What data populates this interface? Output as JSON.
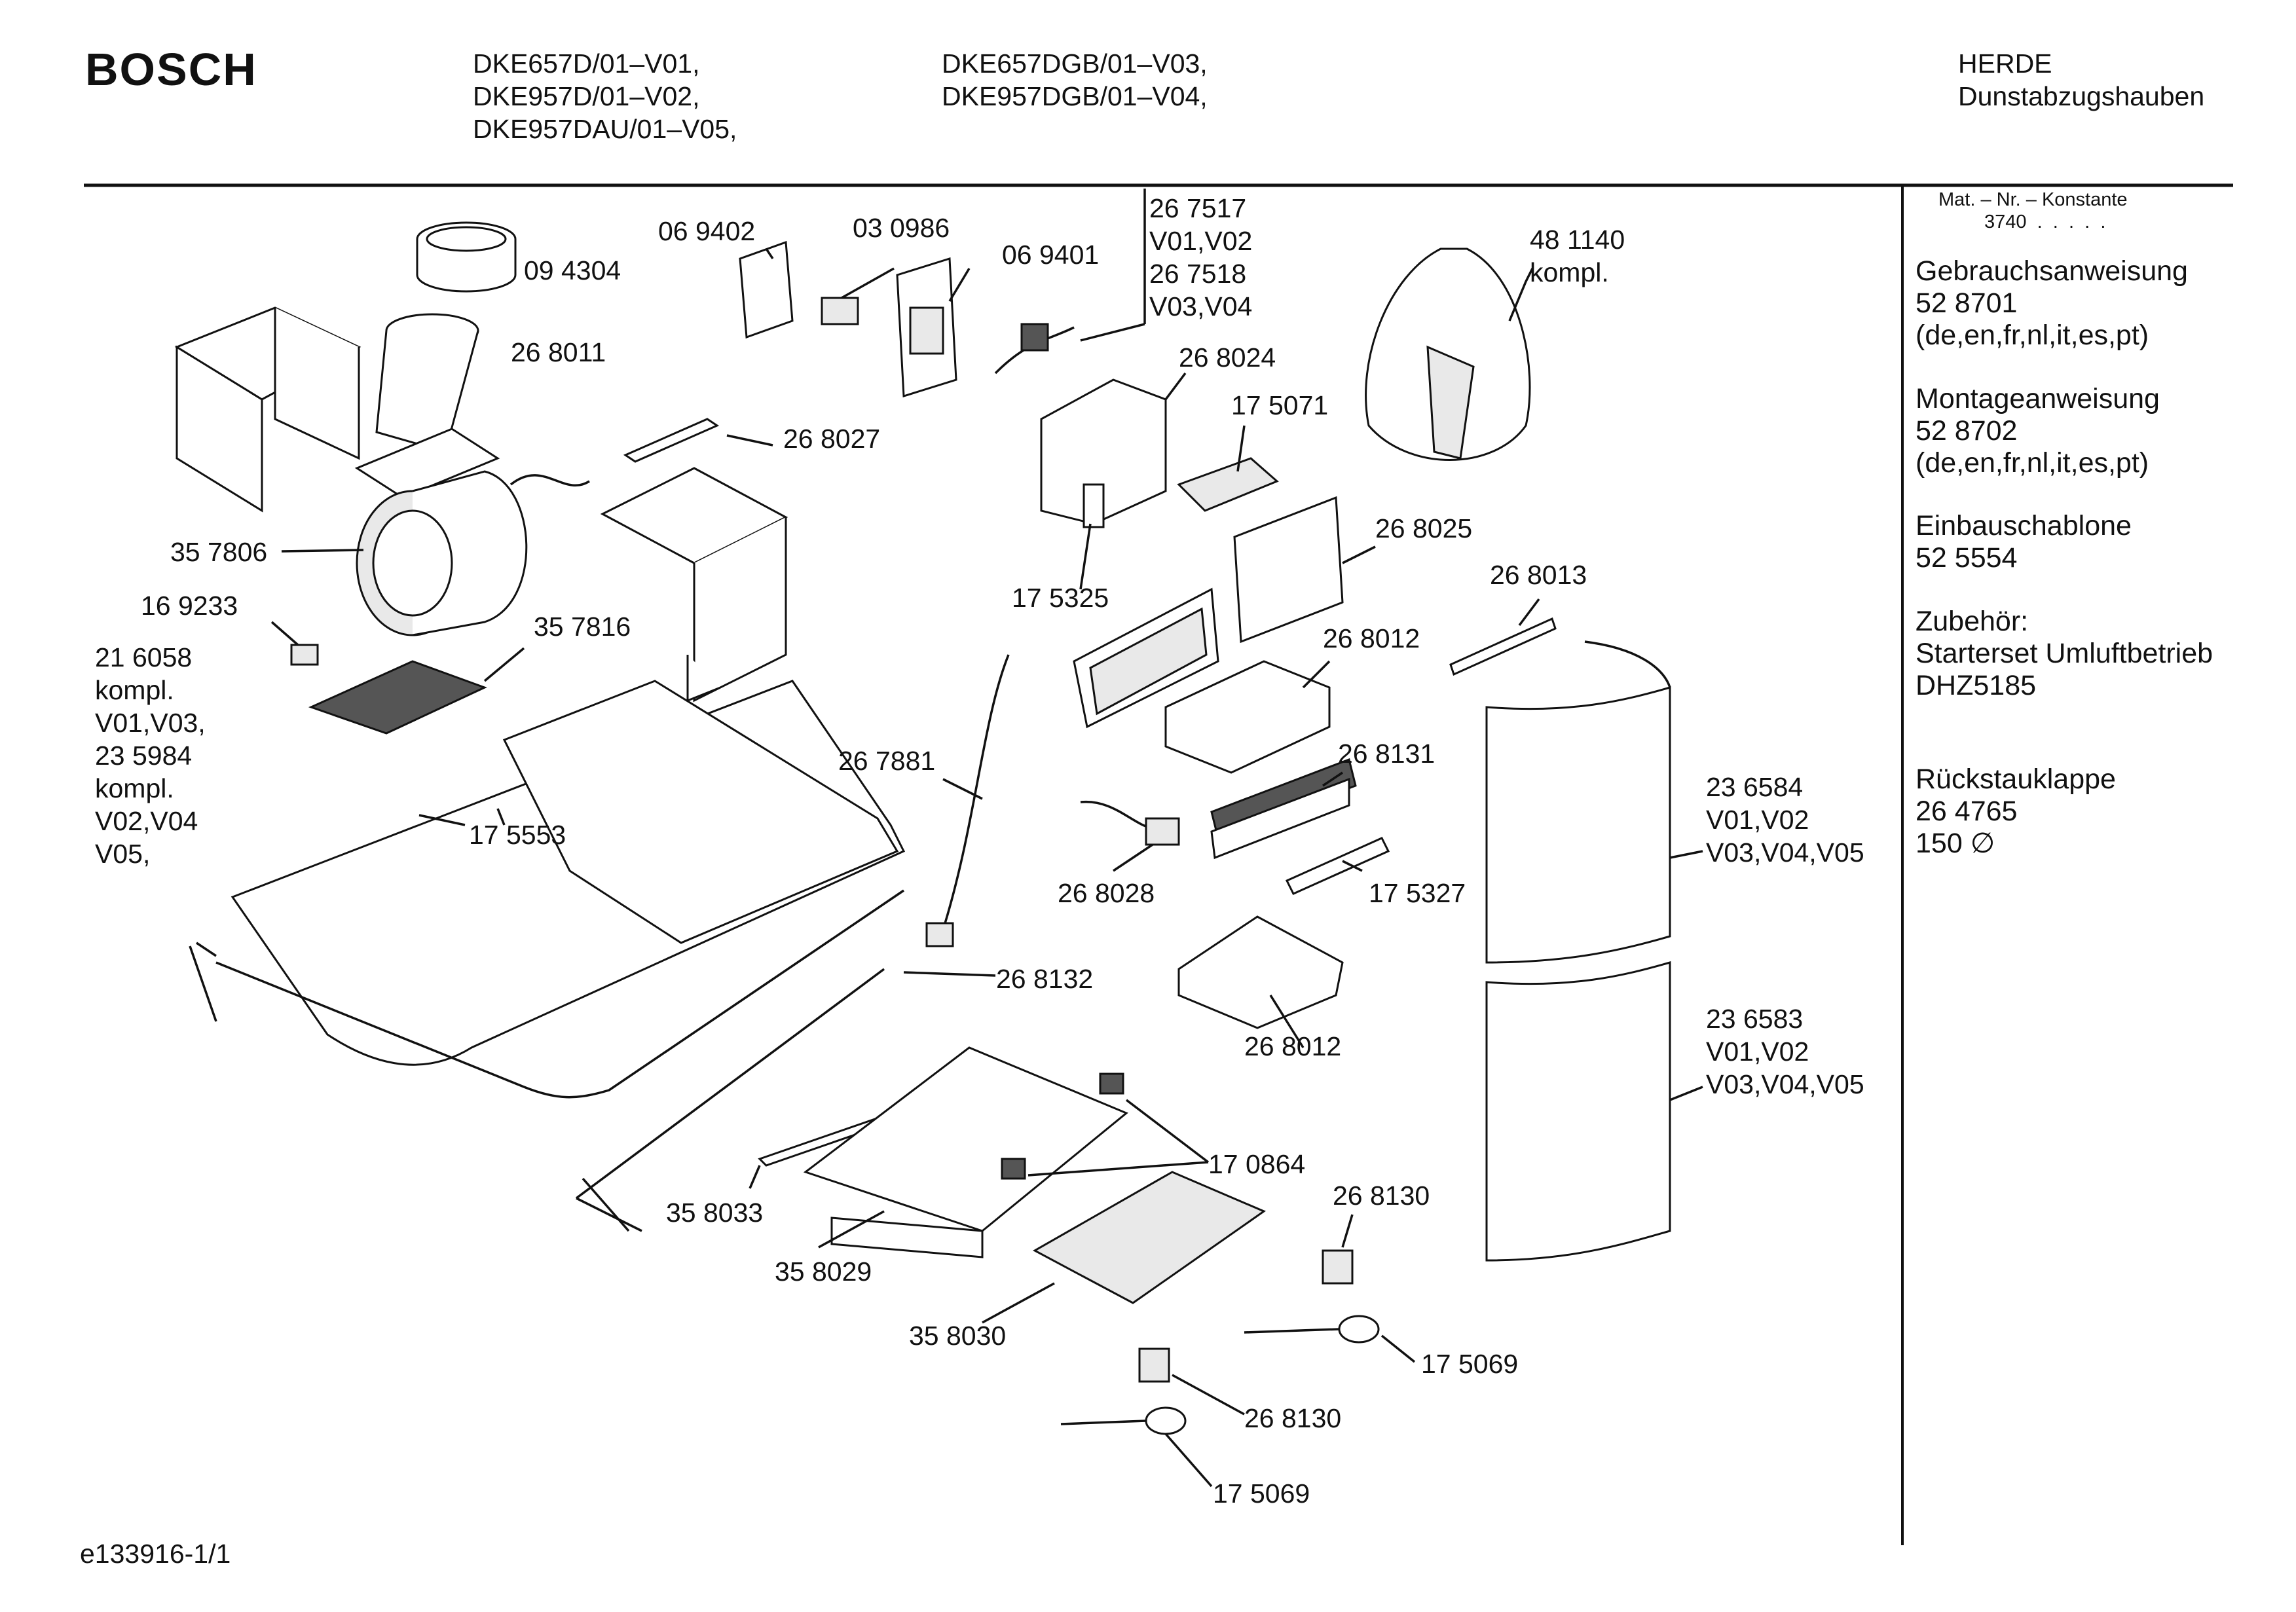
{
  "header": {
    "brand": "BOSCH",
    "models_col1": [
      "DKE657D/01–V01,",
      "DKE957D/01–V02,",
      "DKE957DAU/01–V05,"
    ],
    "models_col2": [
      "DKE657DGB/01–V03,",
      "DKE957DGB/01–V04,"
    ],
    "category": "HERDE",
    "subcategory": "Dunstabzugshauben"
  },
  "sidebar": {
    "constant_label": "Mat. – Nr. – Konstante",
    "constant_value": "3740  .  .  .  .  .",
    "gebrauch": [
      "Gebrauchsanweisung",
      "52 8701",
      "(de,en,fr,nl,it,es,pt)"
    ],
    "montage": [
      "Montageanweisung",
      "52 8702",
      "(de,en,fr,nl,it,es,pt)"
    ],
    "einbau": [
      "Einbauschablone",
      "52 5554"
    ],
    "zubehoer": [
      "Zubehör:",
      "Starterset Umluftbetrieb",
      "DHZ5185"
    ],
    "rueckstau": [
      "Rückstauklappe",
      "26 4765",
      "150 ∅"
    ]
  },
  "labels": {
    "p094304": "09 4304",
    "p268011": "26 8011",
    "p069402": "06 9402",
    "p030986": "03 0986",
    "p069401": "06 9401",
    "p267517": "26 7517\nV01,V02\n26 7518\nV03,V04",
    "p481140": "48 1140\nkompl.",
    "p268024": "26 8024",
    "p175071": "17 5071",
    "p268027": "26 8027",
    "p357806": "35 7806",
    "p169233": "16 9233",
    "p357816": "35 7816",
    "p216058": "21 6058\nkompl.\nV01,V03,\n23 5984\nkompl.\nV02,V04\nV05,",
    "p175325": "17 5325",
    "p268025": "26 8025",
    "p268013": "26 8013",
    "p268012a": "26 8012",
    "p267881": "26 7881",
    "p268131": "26 8131",
    "p175553": "17 5553",
    "p236584": "23 6584\nV01,V02\nV03,V04,V05",
    "p268028": "26 8028",
    "p175327": "17 5327",
    "p268132": "26 8132",
    "p268012b": "26 8012",
    "p236583": "23 6583\nV01,V02\nV03,V04,V05",
    "p170864": "17 0864",
    "p358033": "35 8033",
    "p268130a": "26 8130",
    "p358029": "35 8029",
    "p358030": "35 8030",
    "p175069a": "17 5069",
    "p268130b": "26 8130",
    "p175069b": "17 5069"
  },
  "footer": {
    "doc_id": "e133916-1/1"
  }
}
